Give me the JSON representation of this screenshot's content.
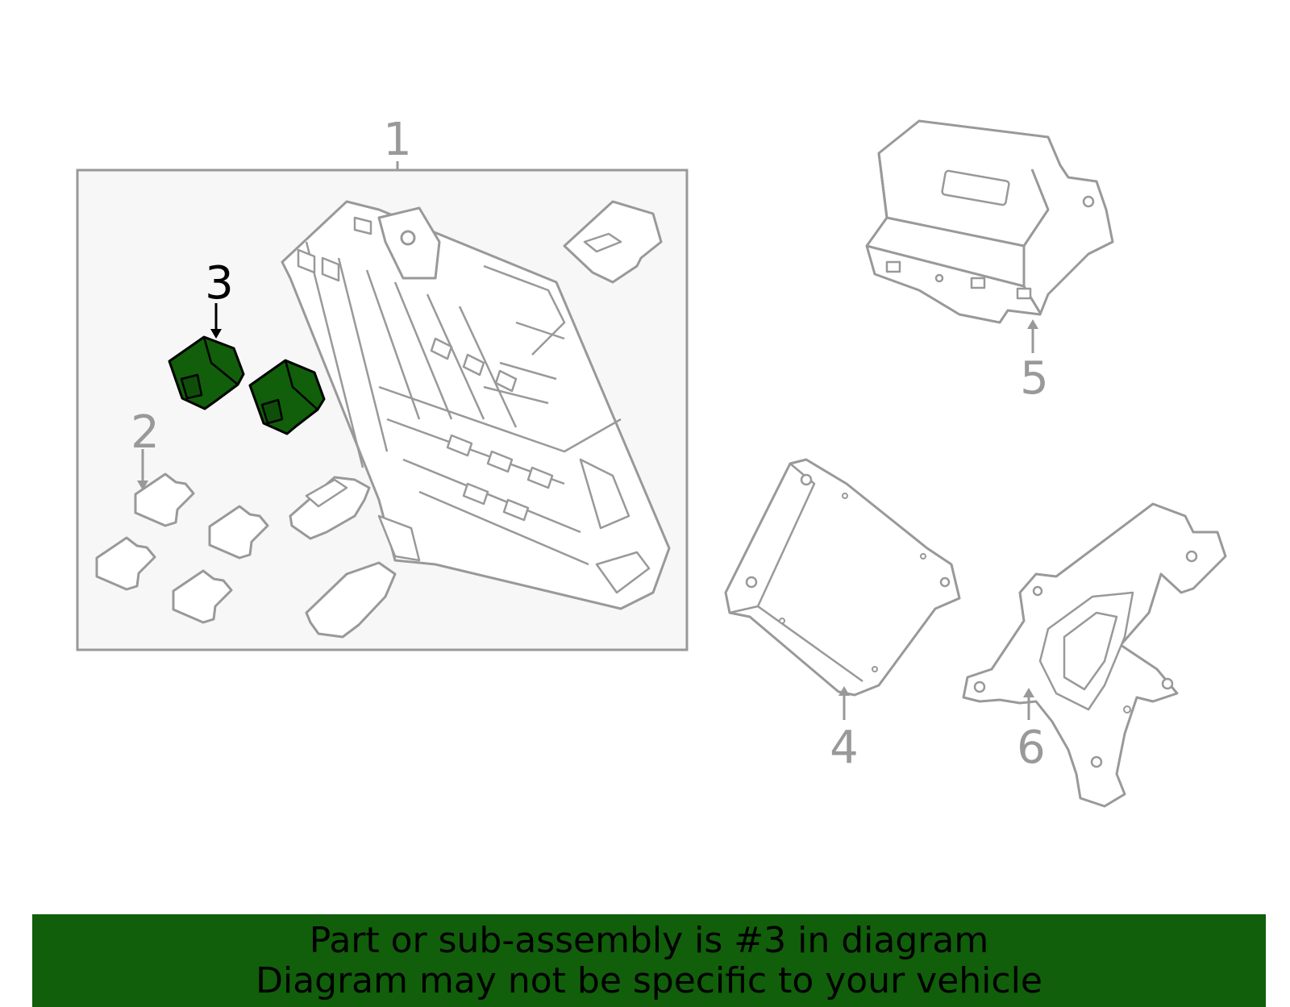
{
  "callouts": {
    "c1": "1",
    "c2": "2",
    "c3": "3",
    "c4": "4",
    "c5": "5",
    "c6": "6"
  },
  "banner": {
    "line1": "Part or sub-assembly is #3 in diagram",
    "line2": "Diagram may not be specific to your vehicle"
  },
  "colors": {
    "line_gray": "#999999",
    "highlight_green": "#115e0b",
    "box_fill": "#f7f7f7",
    "banner_bg": "#115e0b"
  },
  "highlighted_part": "3"
}
